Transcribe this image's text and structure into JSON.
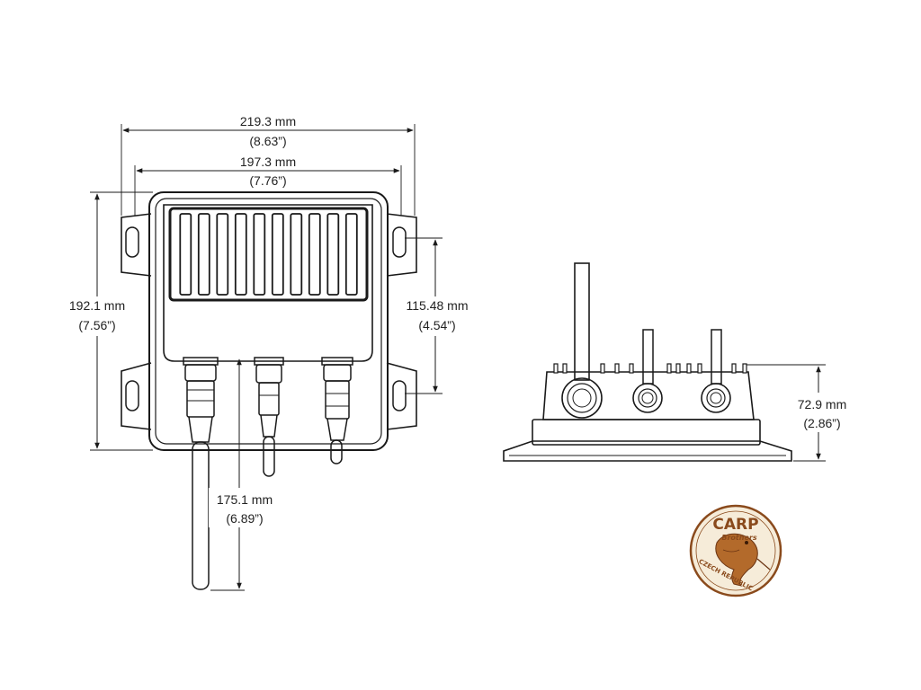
{
  "dimensions": {
    "overall_width": {
      "metric": "219.3 mm",
      "imperial": "(8.63”)"
    },
    "inner_width": {
      "metric": "197.3 mm",
      "imperial": "(7.76”)"
    },
    "overall_height": {
      "metric": "192.1 mm",
      "imperial": "(7.56”)"
    },
    "mount_spacing": {
      "metric": "115.48 mm",
      "imperial": "(4.54”)"
    },
    "cable_length": {
      "metric": "175.1 mm",
      "imperial": "(6.89”)"
    },
    "side_height": {
      "metric": "72.9 mm",
      "imperial": "(2.86”)"
    }
  },
  "logo": {
    "brand": "CARP",
    "sub": "Brothers",
    "country": "CZECH REPUBLIC"
  },
  "colors": {
    "line": "#1a1a1a",
    "logo_brown": "#8a4a1c",
    "logo_bg": "#f6ecd9"
  }
}
